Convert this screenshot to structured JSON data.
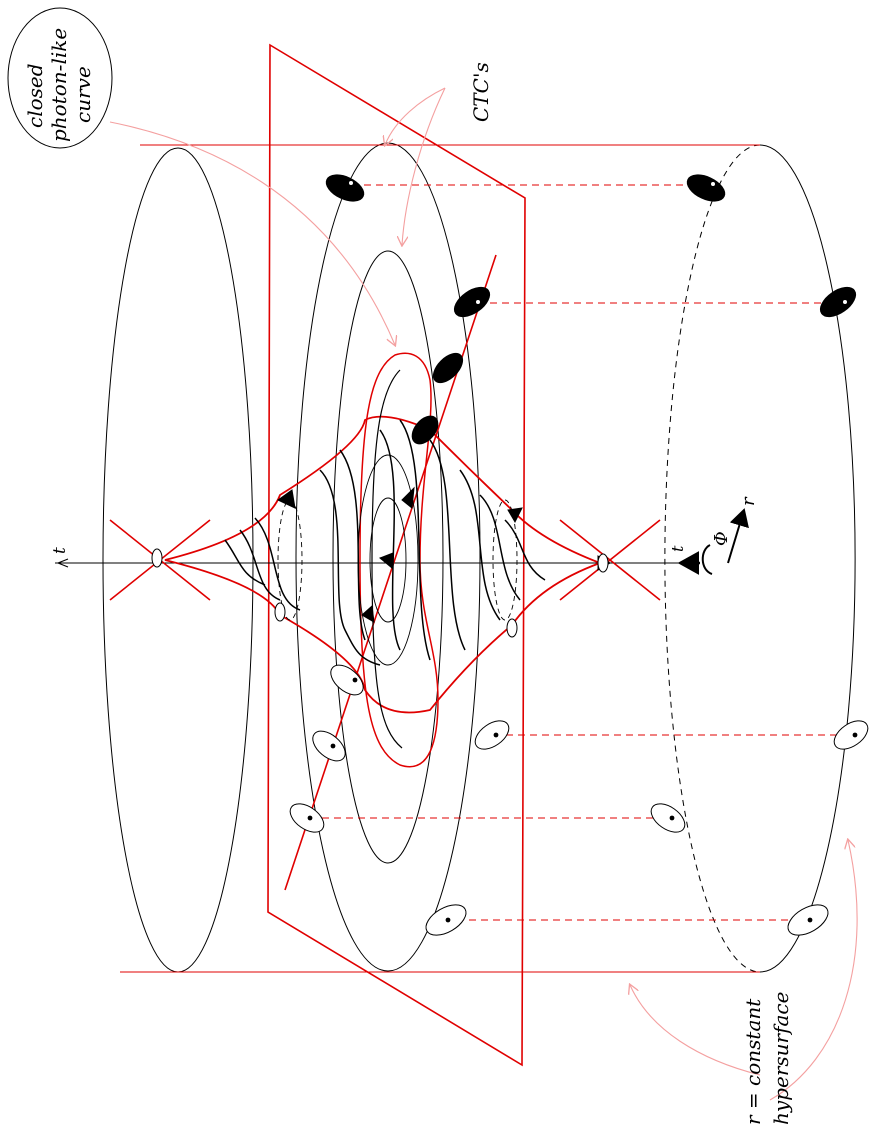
{
  "labels": {
    "closed_photon_like_curve": [
      "closed",
      "photon-like",
      "curve"
    ],
    "ctcs": "CTC's",
    "r_constant": [
      "r =  constant",
      "hypersurface"
    ],
    "axis_t": "t",
    "axis_t_lower": "t",
    "axis_phi": "Φ",
    "axis_r": "r"
  },
  "colors": {
    "ink": "#000000",
    "red": "#e00000",
    "pink_arrow": "#f4a0a0"
  }
}
